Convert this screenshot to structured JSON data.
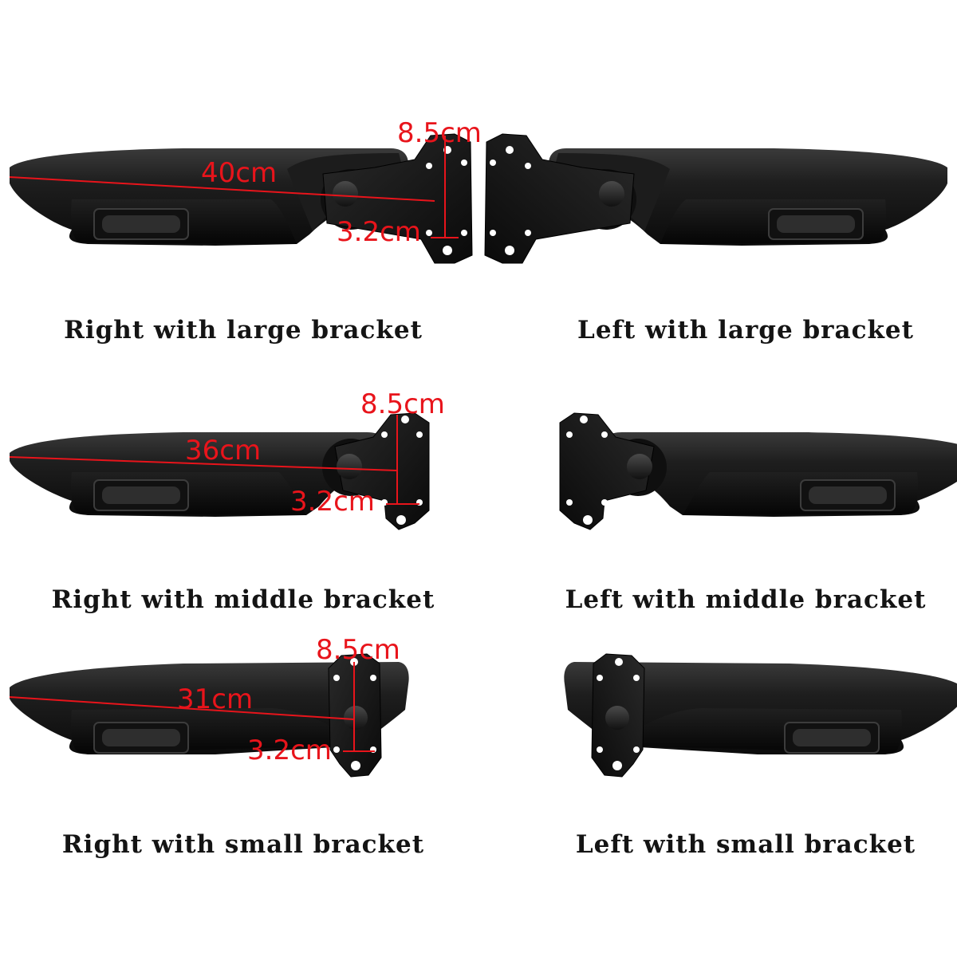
{
  "colors": {
    "background": "#ffffff",
    "armrest": "#1a1a1a",
    "measure": "#e8141b",
    "caption": "#141414"
  },
  "rows": [
    {
      "right_caption": "Right with large bracket",
      "left_caption": "Left with large bracket",
      "length_label": "40cm",
      "height_label": "8.5cm",
      "hole_label": "3.2cm"
    },
    {
      "right_caption": "Right with middle bracket",
      "left_caption": "Left with middle bracket",
      "length_label": "36cm",
      "height_label": "8.5cm",
      "hole_label": "3.2cm"
    },
    {
      "right_caption": "Right with small bracket",
      "left_caption": "Left with small bracket",
      "length_label": "31cm",
      "height_label": "8.5cm",
      "hole_label": "3.2cm"
    }
  ]
}
